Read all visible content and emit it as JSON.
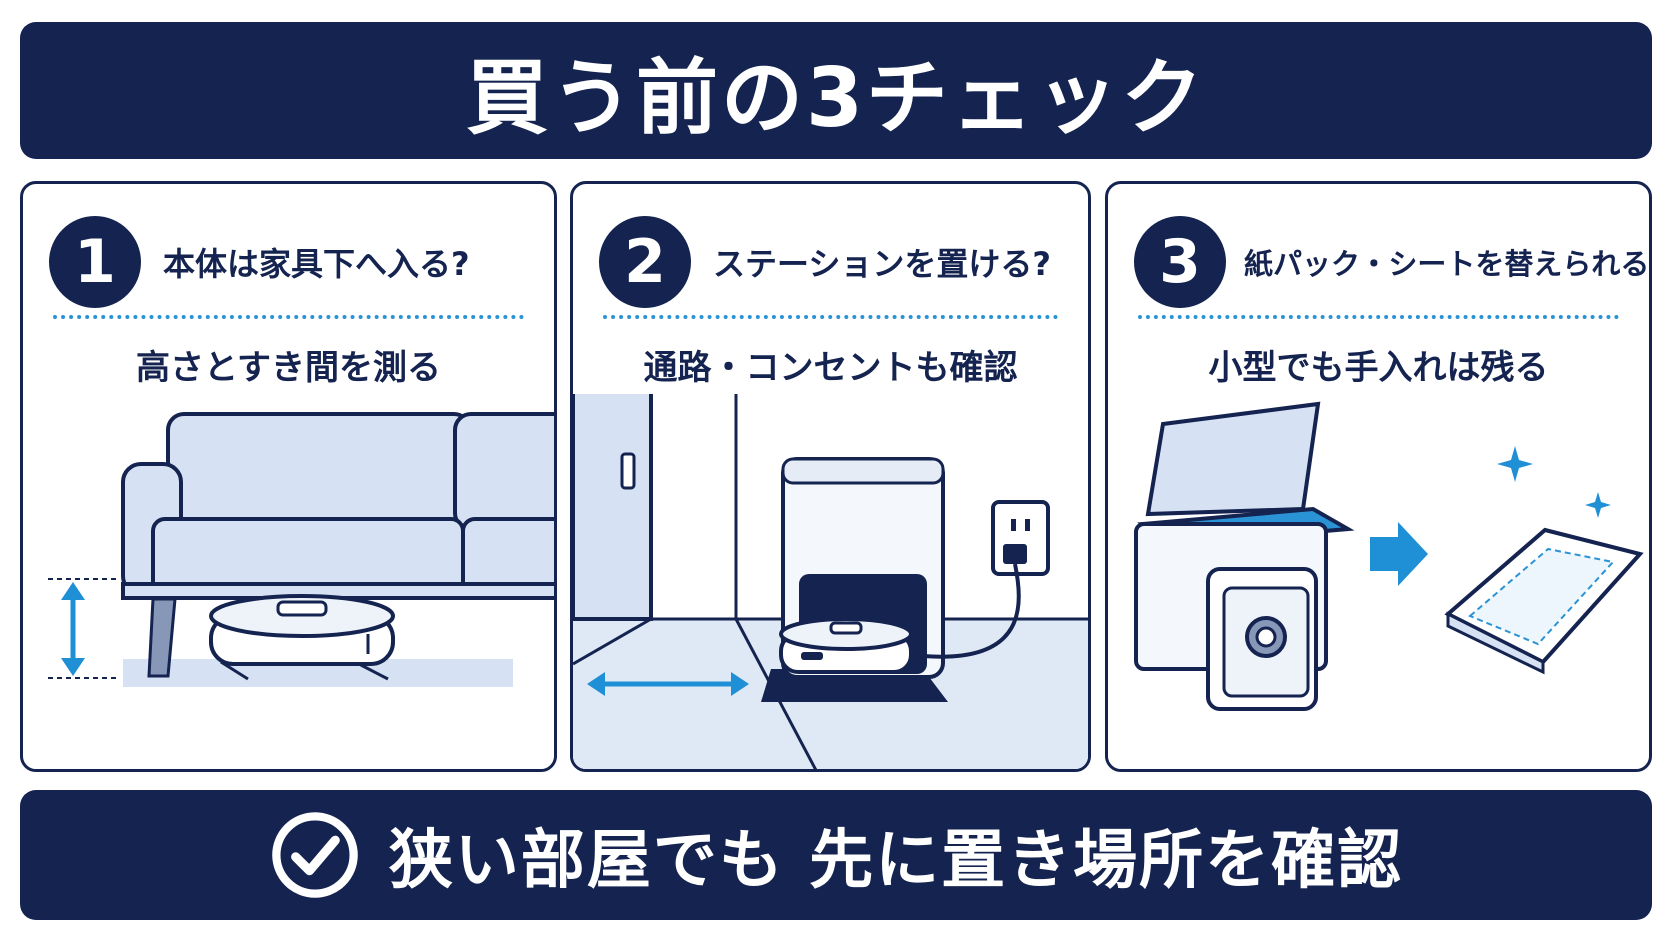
{
  "title": "買う前の3チェック",
  "cards": [
    {
      "number": "1",
      "question": "本体は家具下へ入る?",
      "subtitle": "高さとすき間を測る"
    },
    {
      "number": "2",
      "question": "ステーションを置ける?",
      "subtitle": "通路・コンセントも確認"
    },
    {
      "number": "3",
      "question": "紙パック・シートを替えられる?",
      "subtitle": "小型でも手入れは残る"
    }
  ],
  "footer": {
    "text": "狭い部屋でも 先に置き場所を確認",
    "icon": "check-circle-icon"
  },
  "colors": {
    "navy": "#14234f",
    "accent_blue": "#1f8fd6",
    "light_blue": "#d6e2f3"
  }
}
